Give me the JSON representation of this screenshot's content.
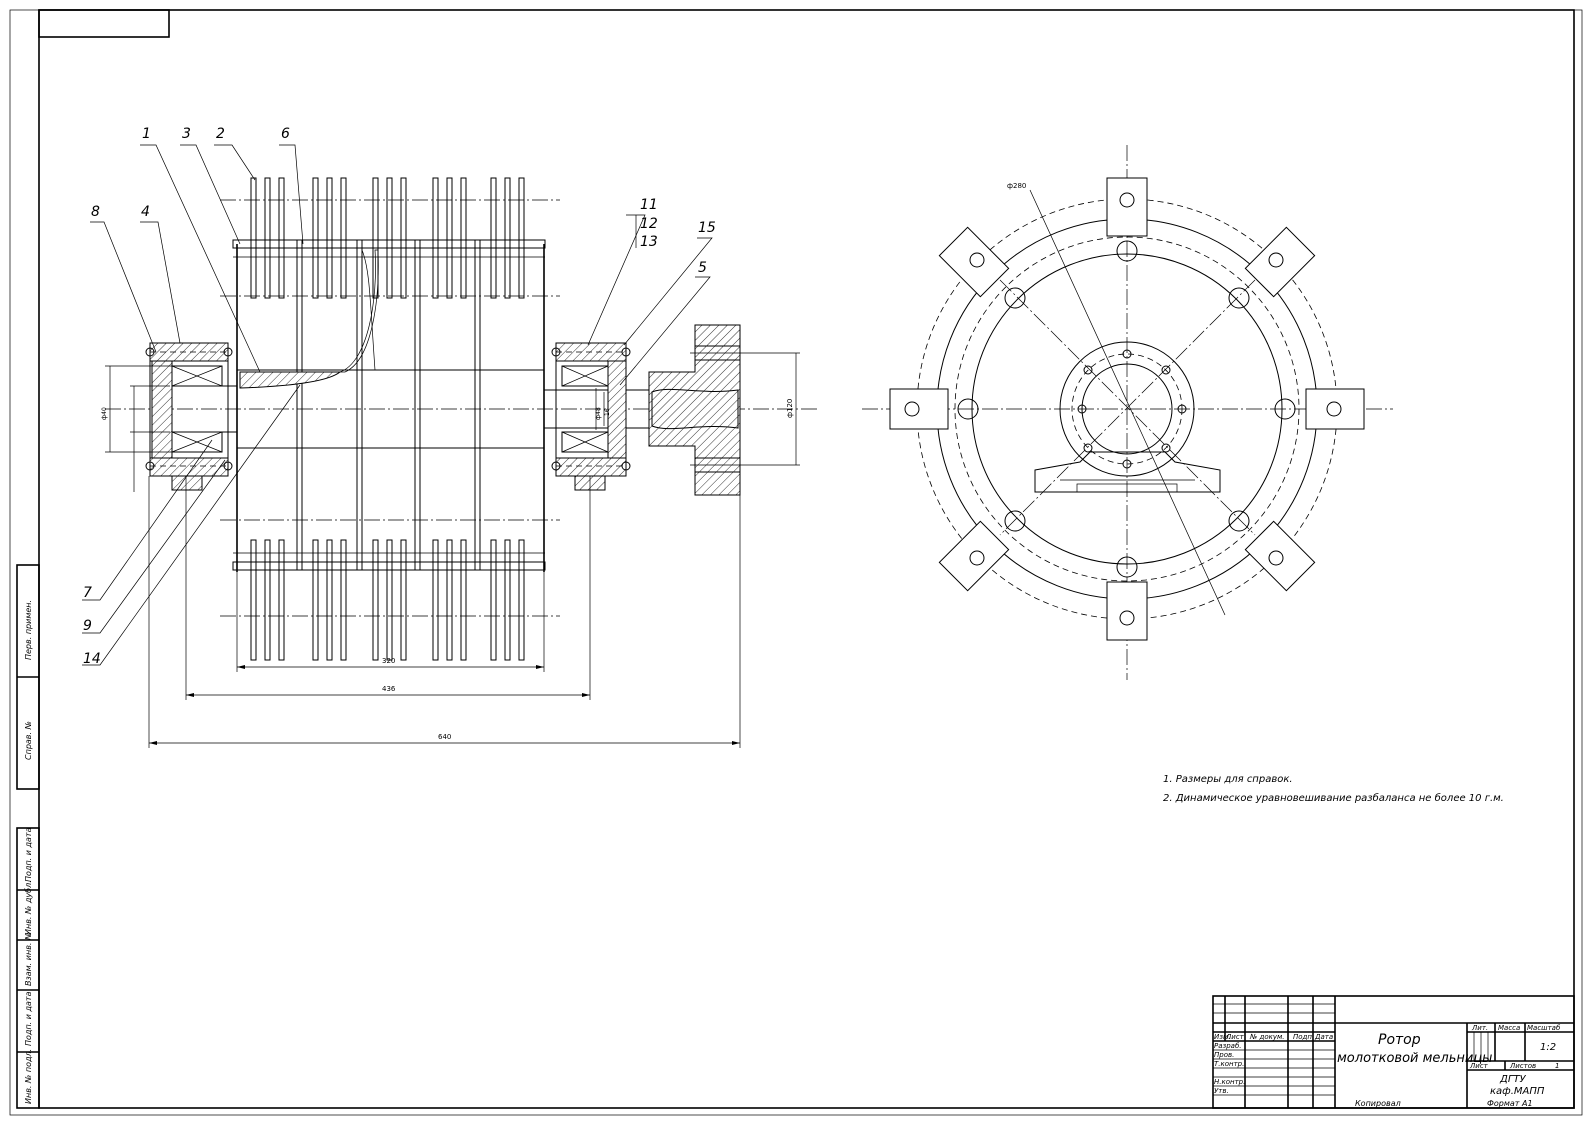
{
  "leaders": {
    "p1": "1",
    "p2": "2",
    "p3": "3",
    "p4": "4",
    "p5": "5",
    "p6": "6",
    "p7": "7",
    "p8": "8",
    "p9": "9",
    "p11": "11",
    "p12": "12",
    "p13": "13",
    "p14": "14",
    "p15": "15"
  },
  "dimensions": {
    "d320": "320",
    "d436": "436",
    "d640": "640",
    "phi120": "ф120",
    "phi280": "ф280",
    "phi40": "ф40",
    "phi48": "ф48",
    "d16": "16"
  },
  "notes": [
    "1. Размеры для справок.",
    "2. Динамическое уравновешивание разбаланса не более 10 г.м."
  ],
  "left_margin": [
    "Перв. примен.",
    "Справ. №",
    "Подп. и дата",
    "Инв. № дубл.",
    "Взам. инв. №",
    "Подп. и дата",
    "Инв. № подл."
  ],
  "title_block": {
    "title_line1": "Ротор",
    "title_line2": "молотковой мельницы",
    "lit": "Лит.",
    "massa": "Масса",
    "masshtab": "Масштаб",
    "scale": "1:2",
    "list": "Лист",
    "listov": "Листов",
    "listov_value": "1",
    "org1": "ДГТУ",
    "org2": "каф.МАПП",
    "format_label": "Формат",
    "format_value": "A1",
    "copied": "Копировал",
    "row_labels": [
      "Изм.",
      "Лист",
      "№ докум.",
      "Подп.",
      "Дата"
    ],
    "role_labels": [
      "Разраб.",
      "Пров.",
      "Т.контр.",
      "Н.контр.",
      "Утв."
    ]
  }
}
